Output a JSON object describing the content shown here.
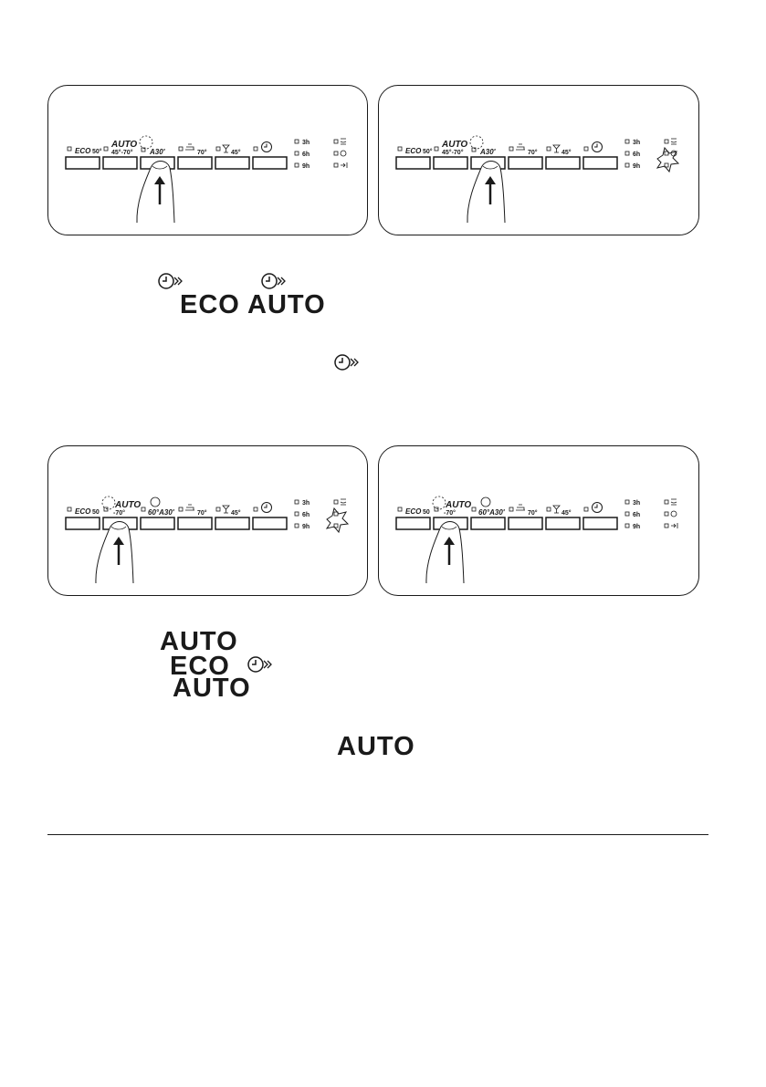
{
  "panel_labels": {
    "eco": "ECO",
    "eco_temp": "50°",
    "auto": "AUTO",
    "auto_temp": "45°-70°",
    "a30": "A30'",
    "intensive_temp": "70°",
    "glass_temp": "45°",
    "h3": "3h",
    "h6": "6h",
    "h9": "9h"
  },
  "panel_labels_lower": {
    "auto_temp": "-70°",
    "quick": "60°A30'",
    "eco_temp": "50"
  },
  "text_blocks": {
    "line1_eco": "ECO",
    "line1_auto": "AUTO",
    "line2_auto": "AUTO",
    "line3_eco": "ECO",
    "line4_auto": "AUTO",
    "line5_auto": "AUTO"
  },
  "icons": [
    "delay-start-icon",
    "finger-press-icon",
    "arrow-up-icon",
    "blink-burst-icon",
    "clock-icon",
    "glass-icon",
    "pot-icon",
    "rinse-aid-icon",
    "salt-icon",
    "end-icon"
  ]
}
